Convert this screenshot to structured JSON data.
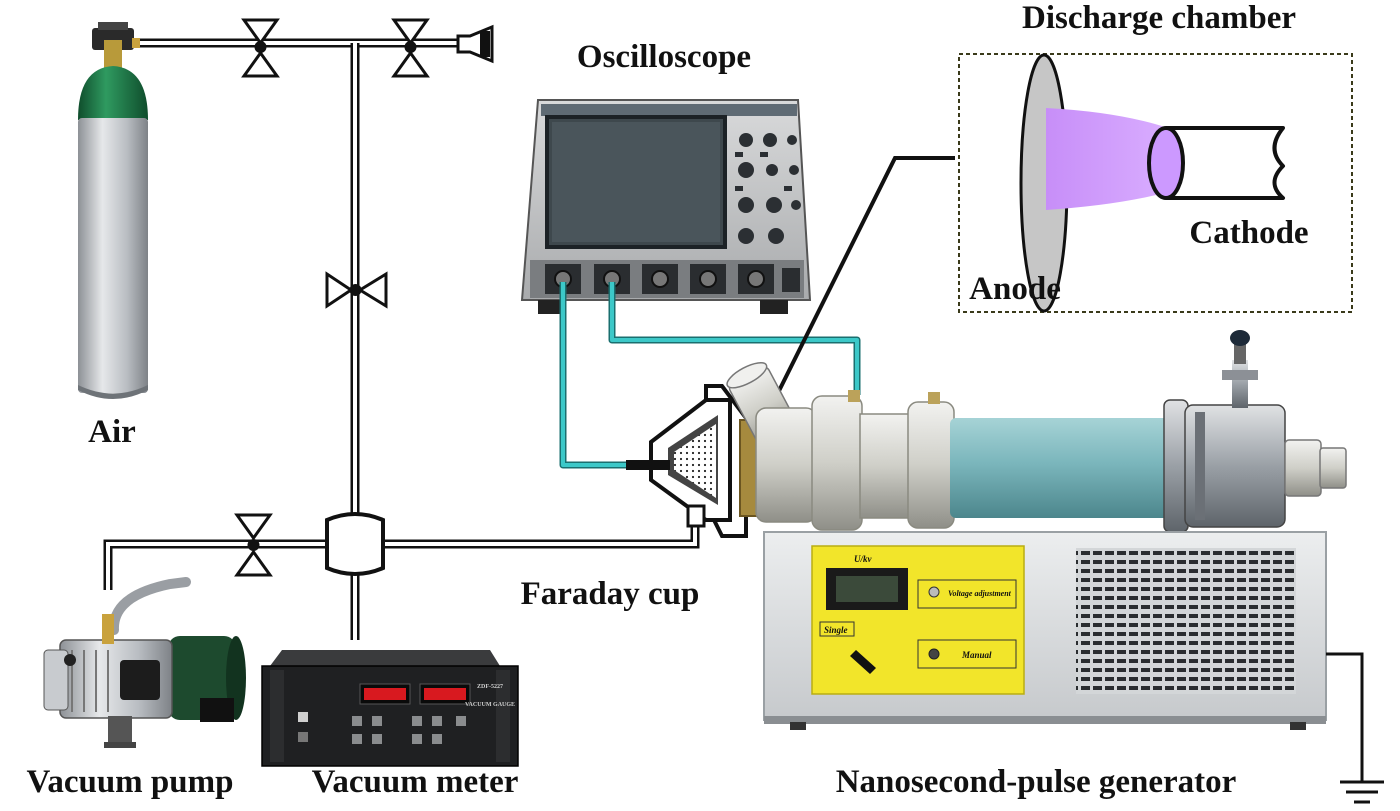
{
  "labels": {
    "air": "Air",
    "oscilloscope": "Oscilloscope",
    "discharge_chamber": "Discharge chamber",
    "anode": "Anode",
    "cathode": "Cathode",
    "faraday_cup": "Faraday cup",
    "vacuum_pump": "Vacuum pump",
    "vacuum_meter": "Vacuum meter",
    "generator": "Nanosecond-pulse generator"
  },
  "panel_text": {
    "ukv": "U/kv",
    "voltage_adjustment": "Voltage adjustment",
    "single": "Single",
    "manual": "Manual"
  },
  "gauge_text": {
    "model": "ZDF-5227",
    "vacuum_gauge": "VACUUM GAUGE"
  },
  "colors": {
    "cable": "#3cc8c8",
    "plasma": "#cc99ff",
    "cylinder_green": "#1f7a4a",
    "cylinder_silver": "#c9cdd1",
    "generator_body": "#dadcde",
    "panel_yellow": "#f2e52a",
    "insulator_teal": "#7bb6bc",
    "vacuum_pump_motor": "#1d4a2e"
  }
}
